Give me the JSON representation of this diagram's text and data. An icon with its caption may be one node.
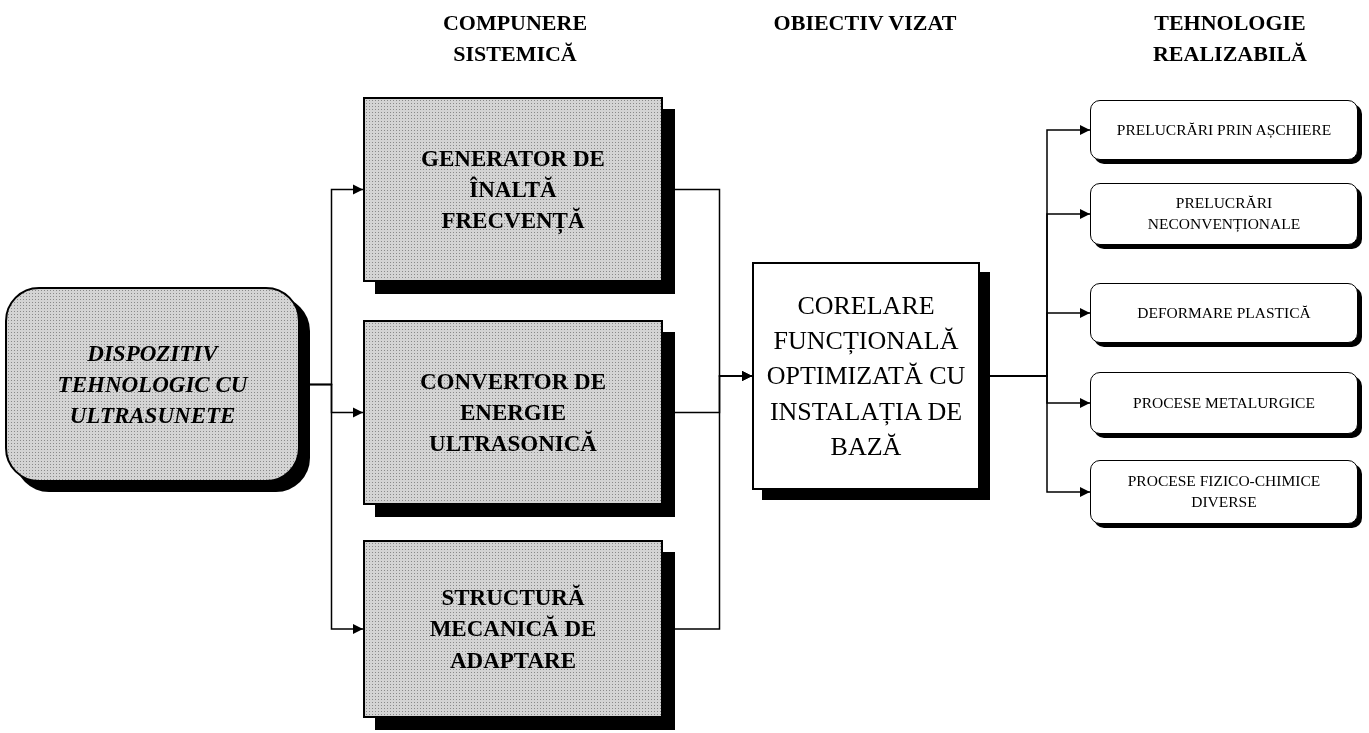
{
  "diagram": {
    "nodes": [
      {
        "text": [
          "DISPOZITIV TEHNOLOGIC CU ULTRASUNETE"
        ]
      },
      {
        "text": [
          "GENERATOR DE ÎNALTĂ FRECVENȚĂ"
        ]
      },
      {
        "text": [
          "CONVERTOR DE ENERGIE ULTRASONICĂ"
        ]
      },
      {
        "text": [
          "STRUCTURĂ MECANICĂ DE ADAPTARE"
        ]
      },
      {
        "text": [
          "CORELARE FUNCȚIONALĂ OPTIMIZATĂ CU INSTALAȚIA DE BAZĂ"
        ]
      },
      {
        "text": [
          "PRELUCRĂRI PRIN AȘCHIERE"
        ]
      },
      {
        "text": [
          "PRELUCRĂRI NECONVENȚIONALE"
        ]
      },
      {
        "text": [
          "DEFORMARE PLASTICĂ"
        ]
      },
      {
        "text": [
          "PROCESE METALURGICE"
        ]
      },
      {
        "text": [
          "PROCESE FIZICO-CHIMICE DIVERSE"
        ]
      }
    ],
    "edges": [
      {
        "from": 0,
        "to": 1,
        "arrow": "to"
      },
      {
        "from": 0,
        "to": 2,
        "arrow": "to"
      },
      {
        "from": 0,
        "to": 3,
        "arrow": "to"
      },
      {
        "from": 1,
        "to": 4,
        "arrow": "to"
      },
      {
        "from": 2,
        "to": 4,
        "arrow": "to"
      },
      {
        "from": 3,
        "to": 4,
        "arrow": "to"
      },
      {
        "from": 4,
        "to": 5,
        "arrow": "to"
      },
      {
        "from": 4,
        "to": 6,
        "arrow": "to"
      },
      {
        "from": 4,
        "to": 7,
        "arrow": "to"
      },
      {
        "from": 4,
        "to": 8,
        "arrow": "to"
      },
      {
        "from": 4,
        "to": 9,
        "arrow": "to"
      }
    ],
    "labels": [
      "COMPUNERE SISTEMICĂ",
      "OBIECTIV VIZAT",
      "TEHNOLOGIE REALIZABILĂ"
    ]
  }
}
